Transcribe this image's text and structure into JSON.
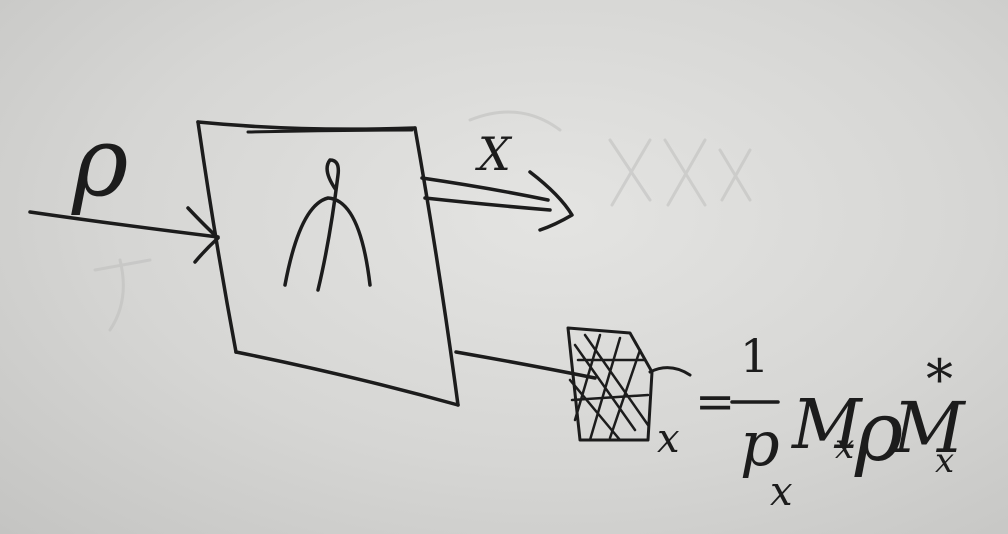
{
  "diagram": {
    "input_label": "ρ",
    "box_label": "A",
    "output_label": "X",
    "equation": {
      "state": "ρ",
      "state_sub": "x",
      "equals": "=",
      "numerator": "1",
      "denominator": "p",
      "denominator_sub": "x",
      "operator": "M",
      "operator_sub": "x",
      "middle": "ρ",
      "operator_dagger": "M",
      "dagger_sup": "*",
      "dagger_sub": "x"
    }
  }
}
